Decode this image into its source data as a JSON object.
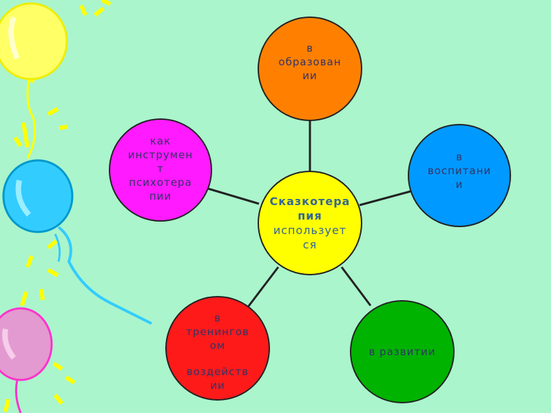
{
  "colors": {
    "background": "#aaf5cc",
    "center": "#ffff00",
    "top": "#ff8000",
    "right": "#0099ff",
    "bottom_right": "#00b300",
    "bottom_left": "#ff1a1a",
    "left": "#ff1aff"
  },
  "center": {
    "line1": "Сказкотера",
    "line2": "пия",
    "line3": "использует",
    "line4": "ся"
  },
  "top": {
    "line1": "в",
    "line2": "образован",
    "line3": "ии"
  },
  "right": {
    "line1": "в",
    "line2": "воспитани",
    "line3": "и"
  },
  "bottom_right": {
    "line1": "в развитии"
  },
  "bottom_left": {
    "line1": "в",
    "line2": "тренингов",
    "line3": "ом",
    "line4": "",
    "line5": "воздейств",
    "line6": "ии"
  },
  "left": {
    "line1": "как",
    "line2": "инструмен",
    "line3": "т",
    "line4": "психотера",
    "line5": "пии"
  }
}
